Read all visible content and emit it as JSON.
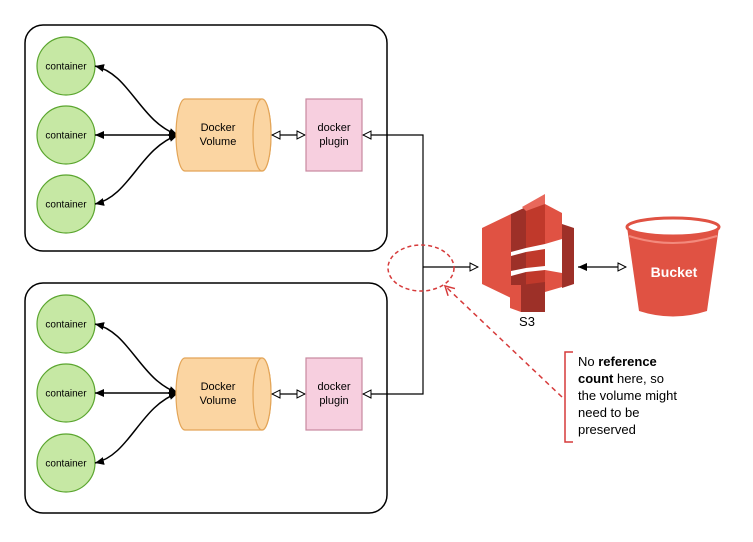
{
  "hosts": [
    {
      "containers": [
        "container",
        "container",
        "container"
      ],
      "volume_label": [
        "Docker",
        "Volume"
      ],
      "plugin_label": [
        "docker",
        "plugin"
      ]
    },
    {
      "containers": [
        "container",
        "container",
        "container"
      ],
      "volume_label": [
        "Docker",
        "Volume"
      ],
      "plugin_label": [
        "docker",
        "plugin"
      ]
    }
  ],
  "s3": {
    "label": "S3",
    "icon": "aws-s3-icon"
  },
  "bucket": {
    "label": "Bucket",
    "icon": "bucket-icon"
  },
  "annotation": {
    "line1_a": "No ",
    "line1_b": "reference",
    "line2_a": "count",
    "line2_b": " here, so",
    "line3": "the volume might",
    "line4": "need to be",
    "line5": "preserved"
  },
  "colors": {
    "container_fill": "#c6e8a4",
    "container_stroke": "#5aa52e",
    "volume_fill": "#fbd5a2",
    "volume_stroke": "#e3a558",
    "plugin_fill": "#f7cfdf",
    "plugin_stroke": "#c8889f",
    "s3_red": "#e05243",
    "annotation_red": "#d63a3a"
  }
}
